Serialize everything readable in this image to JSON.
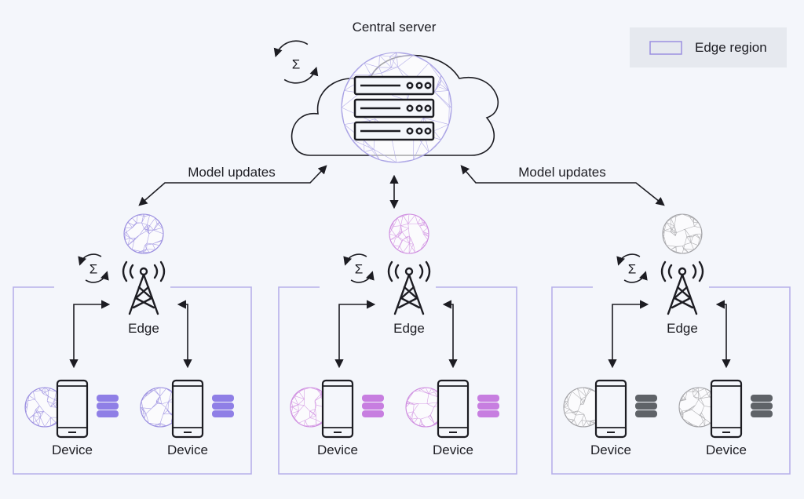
{
  "title": "Central server",
  "legend": {
    "label": "Edge region",
    "swatch_color": "#9b8fe0"
  },
  "update_labels": {
    "left": "Model updates",
    "right": "Model updates"
  },
  "aggregation_symbol": "Σ",
  "edge_label": "Edge",
  "device_label": "Device",
  "colors": {
    "line": "#1c1c22",
    "region_border": "#b7b0ea",
    "globe_server": "#a7a0e4",
    "region_1": "#9b8fe0",
    "region_2": "#cf8ee0",
    "region_3": "#a4a4a8",
    "db_1": "#8f7fe6",
    "db_2": "#c77ee0",
    "db_3": "#5f6368"
  },
  "regions": [
    {
      "name": "region-1",
      "color_key": "region_1",
      "db_key": "db_1"
    },
    {
      "name": "region-2",
      "color_key": "region_2",
      "db_key": "db_2"
    },
    {
      "name": "region-3",
      "color_key": "region_3",
      "db_key": "db_3"
    }
  ],
  "icons": [
    "server-icon",
    "cloud-icon",
    "antenna-tower-icon",
    "smartphone-icon",
    "database-icon",
    "globe-mesh-icon",
    "sync-arrows-icon"
  ]
}
